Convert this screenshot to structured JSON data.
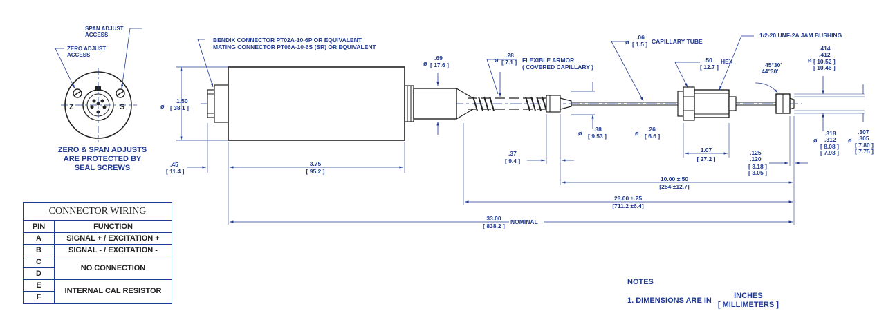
{
  "end_view": {
    "span_label": [
      "SPAN ADJUST",
      "ACCESS"
    ],
    "zero_label": [
      "ZERO ADJUST",
      "ACCESS"
    ],
    "z_letter": "Z",
    "s_letter": "S",
    "protected_note": [
      "ZERO & SPAN ADJUSTS",
      "ARE PROTECTED BY",
      "SEAL SCREWS"
    ]
  },
  "callouts": {
    "connector": [
      "BENDIX CONNECTOR  PT02A-10-6P OR EQUIVALENT",
      "MATING CONNECTOR  PT06A-10-6S (SR) OR EQUIVALENT"
    ],
    "armor": [
      "FLEXIBLE ARMOR",
      "( COVERED CAPILLARY )"
    ],
    "capillary": "CAPILLARY TUBE",
    "hex": "HEX",
    "bushing": "1/2-20 UNF-2A JAM BUSHING",
    "angles": [
      "45°30'",
      "44°30'"
    ]
  },
  "dims": {
    "dia_symbol": "ø",
    "body_dia": [
      "1.50",
      "[ 38.1 ]"
    ],
    "flange_dia": [
      ".69",
      "[ 17.6 ]"
    ],
    "armor_dia": [
      ".28",
      "[ 7.1 ]"
    ],
    "cap_dia": [
      ".06",
      "[ 1.5 ]"
    ],
    "hex": [
      ".50",
      "[ 12.7 ]"
    ],
    "fitting_dia": [
      ".38",
      "[ 9.53 ]"
    ],
    "nut_dia": [
      ".26",
      "[ 6.6 ]"
    ],
    "tip_dia1": [
      ".414",
      ".412",
      "[ 10.52 ]",
      "[ 10.46 ]"
    ],
    "tip_dia2": [
      ".318",
      ".312",
      "[ 8.08 ]",
      "[ 7.93 ]"
    ],
    "tip_dia3": [
      ".307",
      ".305",
      "[ 7.80 ]",
      "[ 7.75 ]"
    ],
    "conn_len": [
      ".45",
      "[ 11.4 ]"
    ],
    "body_len": [
      "3.75",
      "[ 95.2 ]"
    ],
    "ferrule_len": [
      ".37",
      "[ 9.4 ]"
    ],
    "fitting_len": [
      "1.07",
      "[ 27.2 ]"
    ],
    "tip_len": [
      ".125",
      ".120",
      "[ 3.18 ]",
      "[ 3.05 ]"
    ],
    "len_10": [
      "10.00 ±.50",
      "[254 ±12.7]"
    ],
    "len_28": [
      "28.00 ±.25",
      "[711.2 ±6.4]"
    ],
    "len_33": [
      "33.00",
      "[ 838.2 ]"
    ],
    "nominal": "NOMINAL"
  },
  "wiring": {
    "title": "CONNECTOR WIRING",
    "headers": [
      "PIN",
      "FUNCTION"
    ],
    "rows": [
      {
        "pin": "A",
        "function": "SIGNAL + / EXCITATION +"
      },
      {
        "pin": "B",
        "function": "SIGNAL - / EXCITATION -"
      },
      {
        "pin": "C",
        "function": "NO CONNECTION"
      },
      {
        "pin": "D",
        "function": ""
      },
      {
        "pin": "E",
        "function": "INTERNAL CAL RESISTOR"
      },
      {
        "pin": "F",
        "function": ""
      }
    ]
  },
  "notes": {
    "heading": "NOTES",
    "line1": "1. DIMENSIONS ARE IN",
    "unit_top": "INCHES",
    "unit_bottom": "[ MILLIMETERS ]"
  }
}
